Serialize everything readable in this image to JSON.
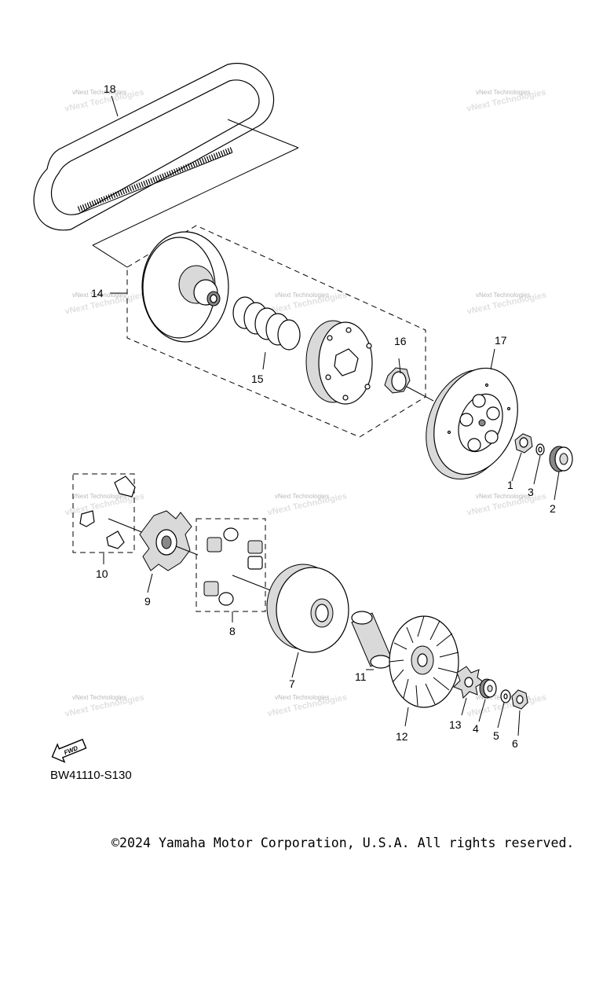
{
  "diagram": {
    "code": "BW41110-S130",
    "copyright": "©2024 Yamaha Motor Corporation, U.S.A. All rights reserved.",
    "fwd_label": "FWD",
    "watermark": "vNext Technologies",
    "callouts": [
      "1",
      "2",
      "3",
      "4",
      "5",
      "6",
      "7",
      "8",
      "9",
      "10",
      "11",
      "12",
      "13",
      "14",
      "15",
      "16",
      "17",
      "18"
    ]
  }
}
